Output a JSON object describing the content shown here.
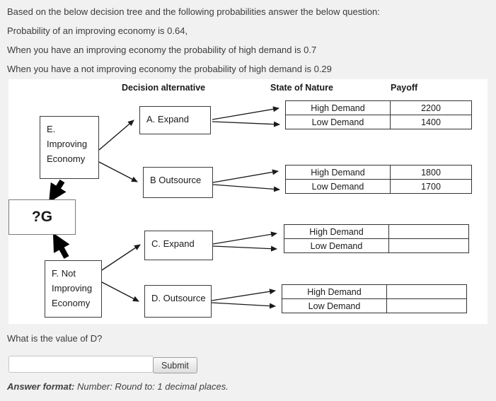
{
  "page": {
    "intro_lines": [
      "Based on the below decision tree and the following probabilities answer the below question:",
      "Probability of an improving economy is 0.64,",
      "When you have an improving economy the probability of high demand is 0.7",
      "When you have a not improving economy the probability of high demand is 0.29"
    ]
  },
  "diagram": {
    "headers": {
      "decision": "Decision alternative",
      "state": "State of Nature",
      "payoff": "Payoff"
    },
    "nodes": {
      "e": {
        "lines": [
          "E.",
          "Improving",
          "Economy"
        ]
      },
      "a": {
        "label": "A. Expand"
      },
      "b": {
        "label": "B Outsource"
      },
      "g": {
        "label": "?G"
      },
      "f": {
        "lines": [
          "F. Not",
          "Improving",
          "Economy"
        ]
      },
      "c": {
        "label": "C. Expand"
      },
      "d": {
        "label": "D. Outsource"
      }
    },
    "tables": [
      {
        "rows": [
          {
            "state": "High Demand",
            "payoff": "2200"
          },
          {
            "state": "Low Demand",
            "payoff": "1400"
          }
        ]
      },
      {
        "rows": [
          {
            "state": "High Demand",
            "payoff": "1800"
          },
          {
            "state": "Low Demand",
            "payoff": "1700"
          }
        ]
      },
      {
        "rows": [
          {
            "state": "High Demand",
            "payoff": ""
          },
          {
            "state": "Low Demand",
            "payoff": ""
          }
        ]
      },
      {
        "rows": [
          {
            "state": "High Demand",
            "payoff": ""
          },
          {
            "state": "Low Demand",
            "payoff": ""
          }
        ]
      }
    ]
  },
  "question": {
    "text": "What is the value of D?",
    "input_value": "",
    "submit_label": "Submit",
    "answer_format_label": "Answer format:",
    "answer_format_text": " Number: Round to: 1 decimal places."
  },
  "colors": {
    "page_background": "#f1f1f2",
    "panel_background": "#ffffff",
    "line_color": "#1a1a1a"
  }
}
